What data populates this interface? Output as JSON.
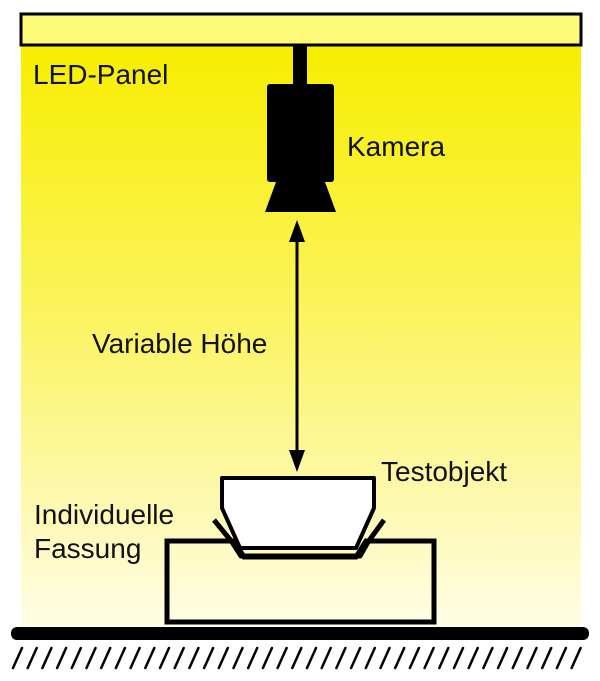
{
  "labels": {
    "led_panel": "LED-Panel",
    "camera": "Kamera",
    "variable_height": "Variable Höhe",
    "test_object": "Testobjekt",
    "holder_line1": "Individuelle",
    "holder_line2": "Fassung"
  },
  "colors": {
    "panel_fill": "#fffb7a",
    "glow_top": "#f7ee00",
    "glow_bottom": "#fffde6",
    "ink": "#000000",
    "object_fill": "#ffffff"
  }
}
